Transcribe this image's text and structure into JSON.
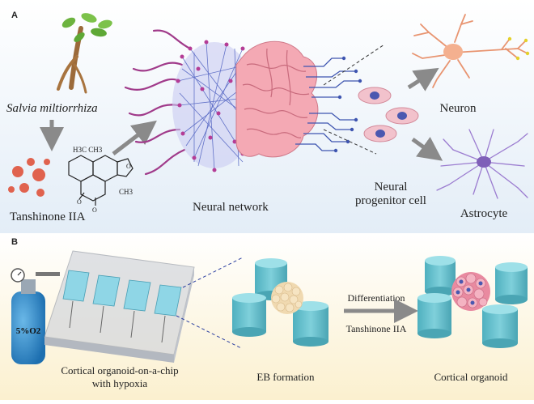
{
  "panelA": {
    "label": "A",
    "plant": "Salvia miltiorrhiza",
    "compound": "Tanshinone IIA",
    "chem_label": "H3C CH3",
    "methyl_label": "CH3",
    "network": "Neural network",
    "progenitor_line1": "Neural",
    "progenitor_line2": "progenitor cell",
    "neuron": "Neuron",
    "astrocyte": "Astrocyte"
  },
  "panelB": {
    "label": "B",
    "gas": "5%O2",
    "chip_line1": "Cortical organoid-on-a-chip",
    "chip_line2": "with hypoxia",
    "eb": "EB formation",
    "diff": "Differentiation",
    "agent": "Tanshinone IIA",
    "organoid": "Cortical organoid"
  },
  "colors": {
    "panelA_bg": "#e8f1f9",
    "panelB_bg": "#fbf3d9",
    "cylinder": "#6fc3cf",
    "network_blue": "#4d5fc0",
    "brain_pink": "#f4a9b4",
    "arrow_gray": "#8a8a8a"
  }
}
